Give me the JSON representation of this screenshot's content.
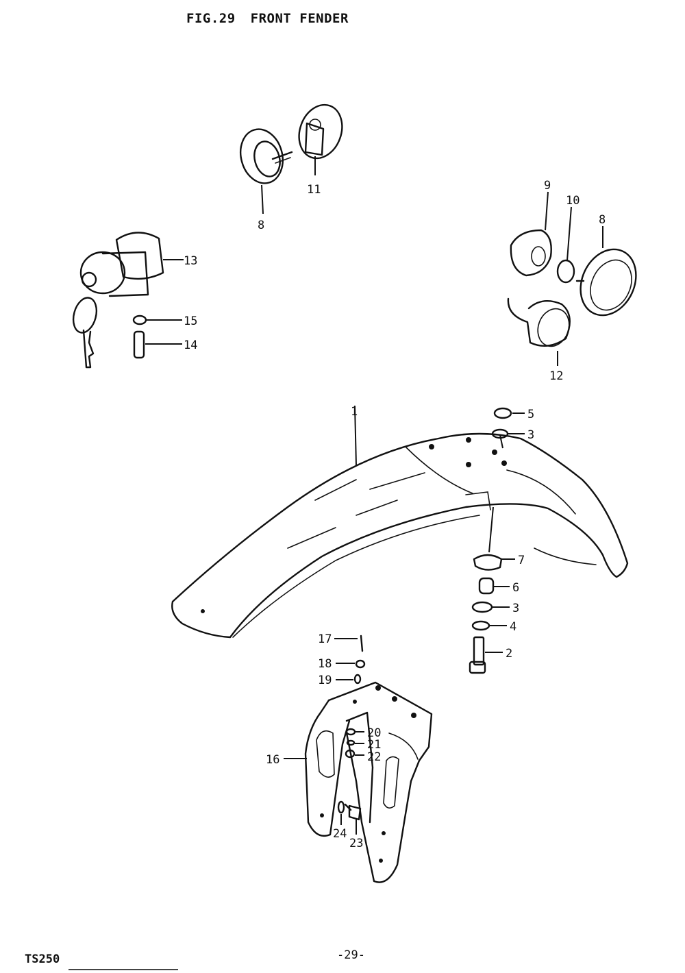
{
  "header": {
    "fig": "FIG.29",
    "title": "FRONT FENDER"
  },
  "footer": {
    "model": "TS250",
    "page": "-29-"
  },
  "callouts": {
    "c1": "1",
    "c2": "2",
    "c3a": "3",
    "c3b": "3",
    "c4": "4",
    "c5": "5",
    "c6": "6",
    "c7": "7",
    "c8a": "8",
    "c8b": "8",
    "c9": "9",
    "c10": "10",
    "c11": "11",
    "c12": "12",
    "c13": "13",
    "c14": "14",
    "c15": "15",
    "c16": "16",
    "c17": "17",
    "c18": "18",
    "c19": "19",
    "c20": "20",
    "c21": "21",
    "c22": "22",
    "c23": "23",
    "c24": "24"
  }
}
